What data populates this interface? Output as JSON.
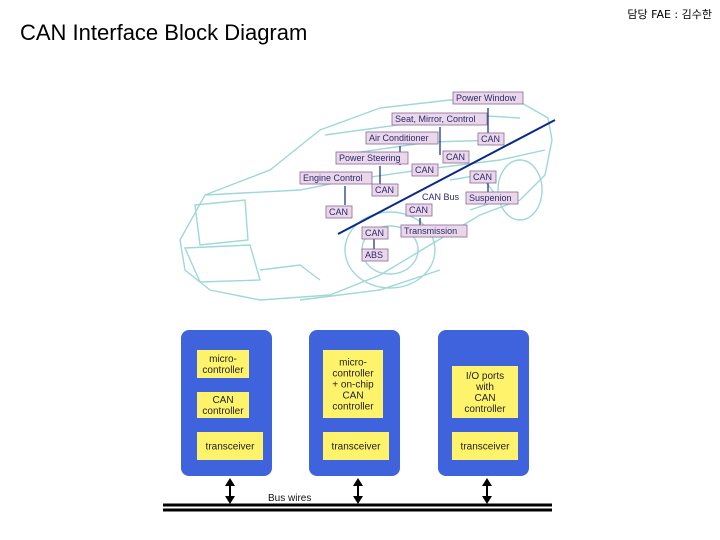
{
  "header": {
    "title": "CAN Interface Block Diagram",
    "fae": "담당 FAE : 김수한"
  },
  "car_diagram": {
    "ecus": [
      "Power Window",
      "Seat, Mirror, Control",
      "Air Conditioner",
      "Power Steering",
      "Engine Control",
      "Suspenion",
      "Transmission",
      "ABS"
    ],
    "can_label": "CAN",
    "bus_label": "CAN Bus"
  },
  "nodes": [
    {
      "blocks": [
        "micro-\ncontroller",
        "CAN\ncontroller",
        "transceiver"
      ]
    },
    {
      "blocks": [
        "micro-\ncontroller\n+ on-chip\nCAN\ncontroller",
        "transceiver"
      ]
    },
    {
      "blocks": [
        "I/O ports\nwith\nCAN\ncontroller",
        "transceiver"
      ]
    }
  ],
  "bus_wires_label": "Bus wires",
  "colors": {
    "node_fill": "#3f63dc",
    "block_fill": "#fff36b",
    "ecu_fill": "#ead7ea",
    "ecu_stroke": "#8a6a9a",
    "car_line": "#9fd8d8"
  }
}
